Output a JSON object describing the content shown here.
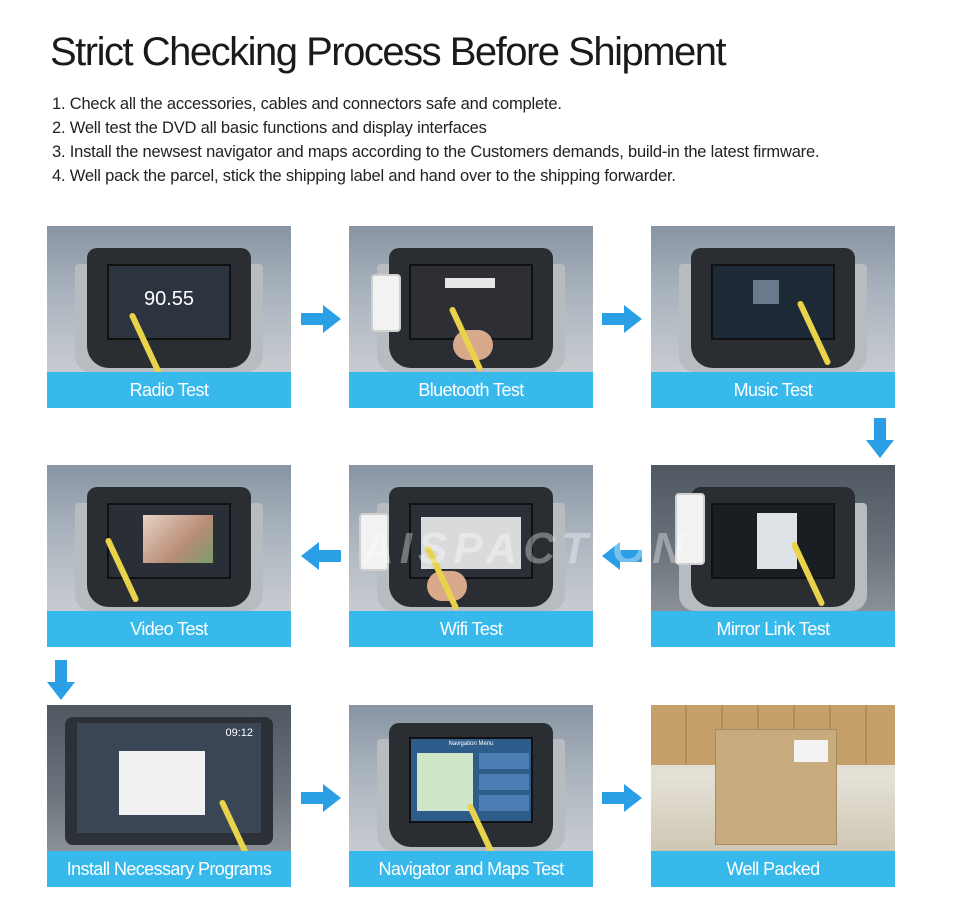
{
  "title": "Strict Checking Process Before Shipment",
  "steps": [
    "1. Check all the accessories, cables and connectors safe and complete.",
    "2. Well test the DVD all basic functions and display interfaces",
    "3. Install the newsest navigator and maps according to the Customers demands, build-in the latest firmware.",
    "4. Well pack the parcel, stick the shipping label and hand over to the shipping forwarder."
  ],
  "cards": {
    "radio": {
      "caption": "Radio Test",
      "screen_text": "90.55"
    },
    "bluetooth": {
      "caption": "Bluetooth Test"
    },
    "music": {
      "caption": "Music Test"
    },
    "video": {
      "caption": "Video Test"
    },
    "wifi": {
      "caption": "Wifi Test"
    },
    "mirror": {
      "caption": "Mirror Link Test"
    },
    "install": {
      "caption": "Install Necessary Programs",
      "screen_time": "09:12"
    },
    "navigator": {
      "caption": "Navigator and Maps Test",
      "screen_header": "Navigation Menu"
    },
    "packed": {
      "caption": "Well Packed"
    }
  },
  "colors": {
    "caption_bg": "#38b9ec",
    "arrow": "#2a9fe6"
  }
}
